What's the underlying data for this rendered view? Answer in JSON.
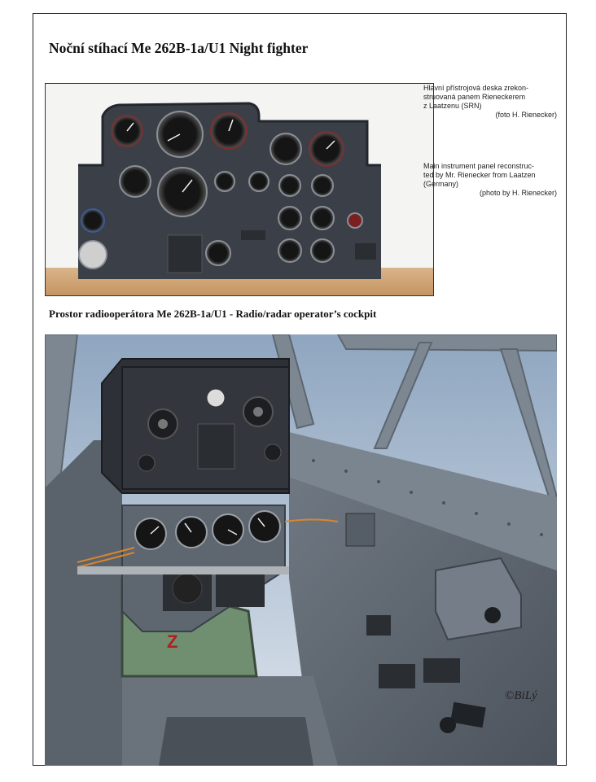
{
  "title": "Noční stíhací Me 262B-1a/U1 Night fighter",
  "caption_cz": {
    "lines": [
      "Hlavní přístrojová deska zrekon-",
      "struovaná panem Rieneckerem",
      "z Laatzenu (SRN)"
    ],
    "credit": "(foto H. Rienecker)"
  },
  "caption_en": {
    "lines": [
      "Main instrument panel reconstruc-",
      "ted by Mr. Rienecker from Laatzen",
      "(Germany)"
    ],
    "credit": "(photo by H. Rienecker)"
  },
  "subtitle": "Prostor radiooperátora Me 262B-1a/U1 - Radio/radar operator’s cockpit",
  "signature": "©BiLý"
}
